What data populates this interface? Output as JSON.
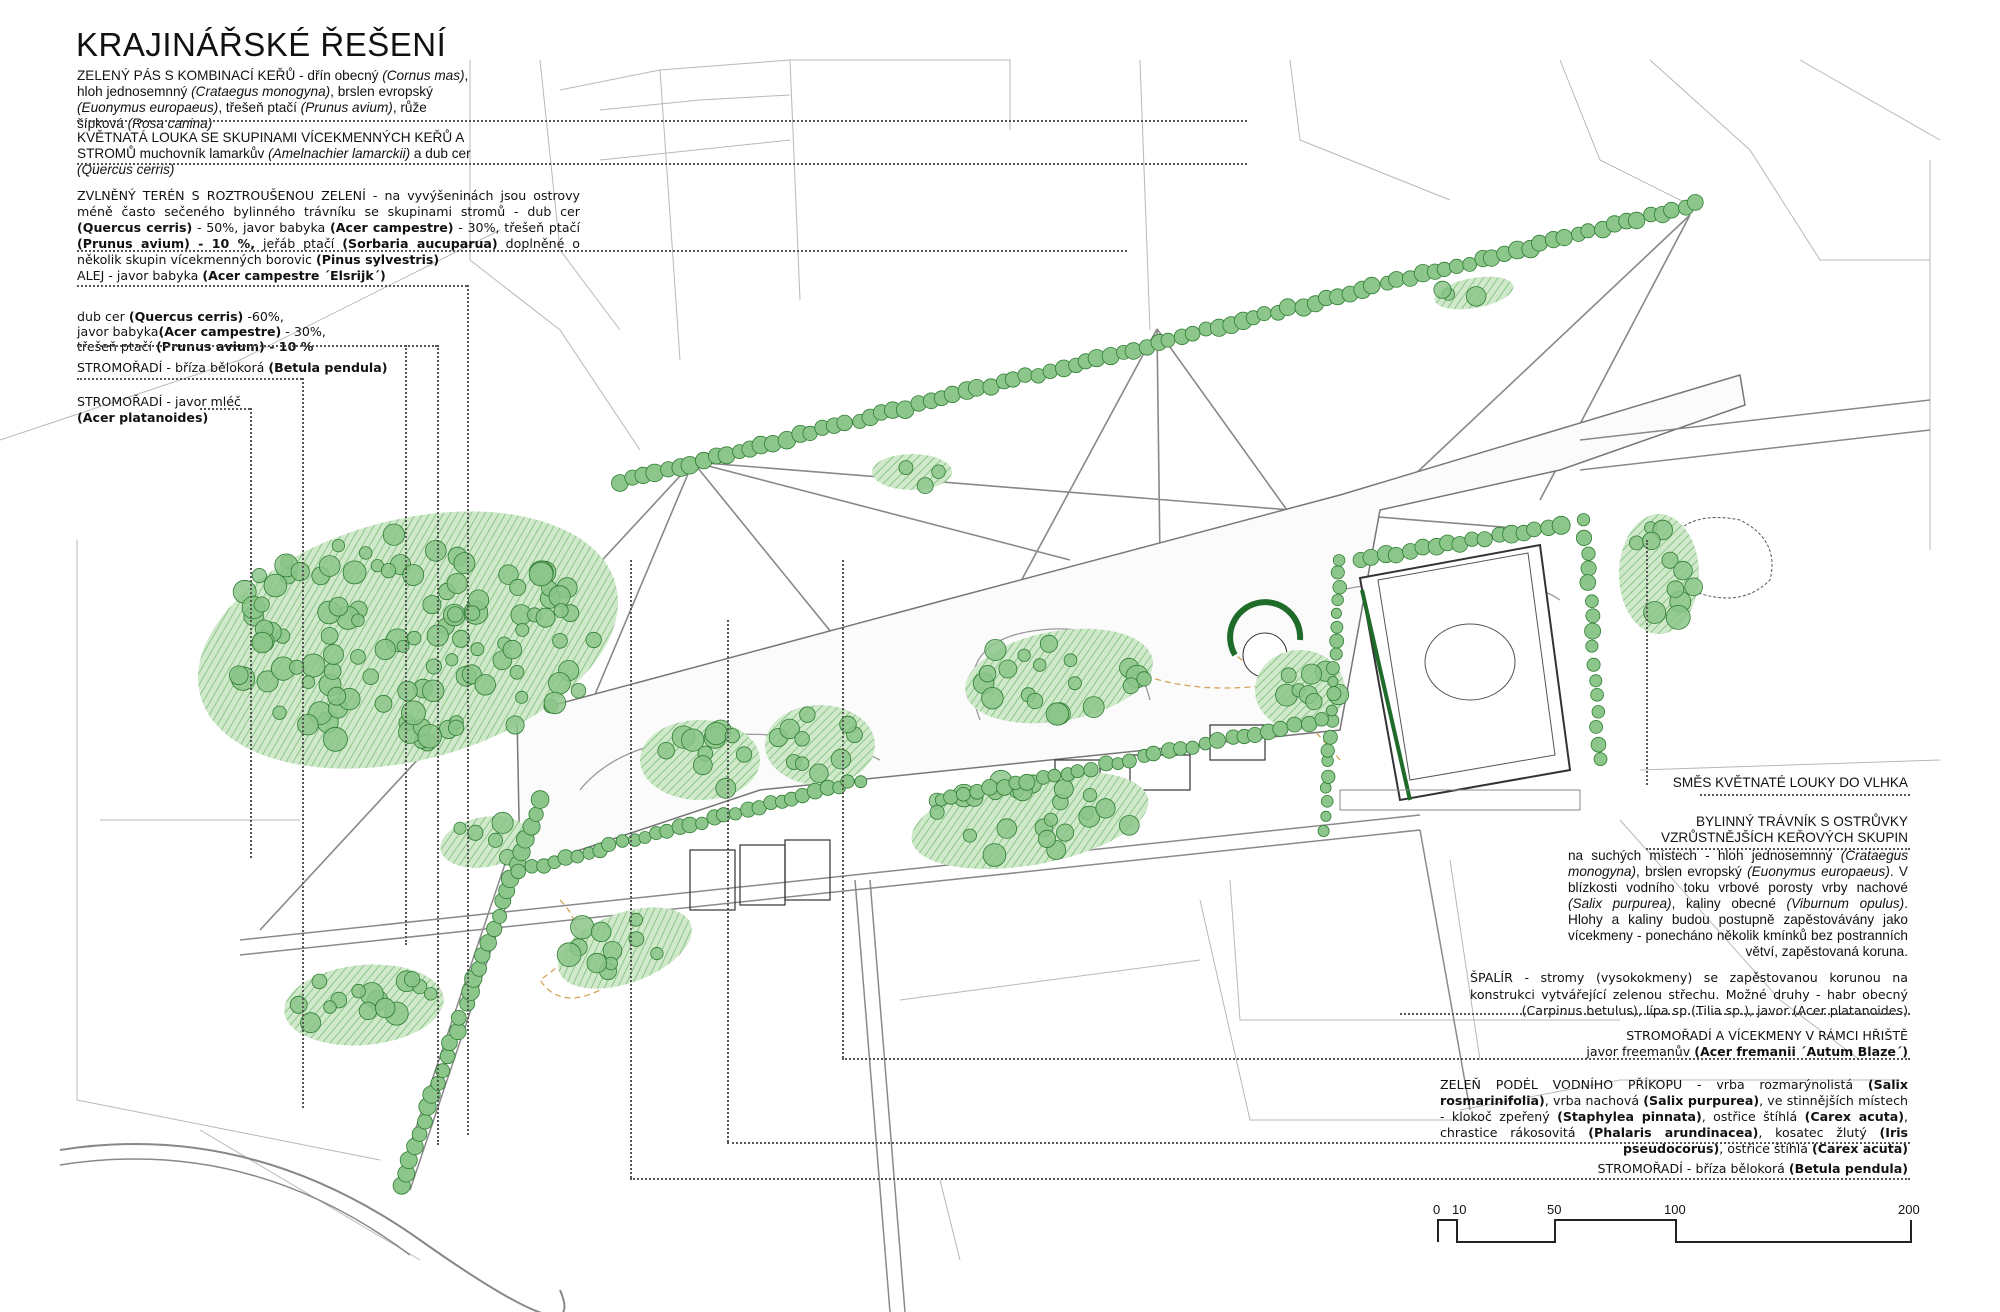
{
  "title": "KRAJINÁŘSKÉ ŘEŠENÍ",
  "legend_left": [
    [
      {
        "t": "ZELENÝ PÁS S KOMBINACÍ KEŘŮ - dřín obecný "
      },
      {
        "t": "(Cornus mas)",
        "s": "i"
      },
      {
        "t": ", hloh jednosemnný "
      },
      {
        "t": "(Crataegus monogyna)",
        "s": "i"
      },
      {
        "t": ", brslen evropský "
      },
      {
        "t": "(Euonymus europaeus)",
        "s": "i"
      },
      {
        "t": ", třešeň ptačí "
      },
      {
        "t": "(Prunus avium)",
        "s": "i"
      },
      {
        "t": ", růže šípková "
      },
      {
        "t": "(Rosa canina)",
        "s": "i"
      }
    ],
    [
      {
        "t": "KVĚTNATÁ LOUKA SE SKUPINAMI VÍCEKMENNÝCH KEŘŮ A STROMŮ"
      },
      {
        "t": " muchovník lamarkův "
      },
      {
        "t": "(Amelnachier lamarckii)",
        "s": "i"
      },
      {
        "t": " a dub cer "
      },
      {
        "t": "(Quercus cerris)",
        "s": "i"
      }
    ],
    [
      {
        "t": "ZVLNĚNÝ TERÉN S ROZTROUŠENOU ZELENÍ - na vyvýšeninách jsou ostrovy méně často sečeného bylinného trávníku se skupinami stromů - dub cer "
      },
      {
        "t": "(Quercus cerris)",
        "s": "b"
      },
      {
        "t": " - 50%, javor babyka "
      },
      {
        "t": "(Acer campestre)",
        "s": "b"
      },
      {
        "t": " - 30%, třešeň ptačí "
      },
      {
        "t": "(Prunus avium)  - 10 %,",
        "s": "b"
      },
      {
        "t": " jeřáb ptačí "
      },
      {
        "t": "(Sorbaria aucuparua)",
        "s": "b"
      },
      {
        "t": " doplněné o několik skupin vícekmenných borovic "
      },
      {
        "t": "(Pinus sylvestris)",
        "s": "b"
      }
    ],
    [
      {
        "t": "ALEJ - javor babyka "
      },
      {
        "t": "(Acer campestre ´Elsrijk´)",
        "s": "b"
      }
    ],
    [
      {
        "t": "dub cer "
      },
      {
        "t": "(Quercus cerris)",
        "s": "b"
      },
      {
        "t": " -60%,\njavor babyka"
      },
      {
        "t": "(Acer campestre)",
        "s": "b"
      },
      {
        "t": " - 30%,\ntřešeň ptačí "
      },
      {
        "t": "(Prunus avium)  - 10 %",
        "s": "b"
      }
    ],
    [
      {
        "t": "STROMOŘADÍ - bříza bělokorá "
      },
      {
        "t": "(Betula pendula)",
        "s": "b"
      }
    ],
    [
      {
        "t": "STROMOŘADÍ - javor mléč\n"
      },
      {
        "t": "(Acer platanoides)",
        "s": "b"
      }
    ]
  ],
  "legend_right": [
    [
      {
        "t": "SMĚS KVĚTNATÉ LOUKY DO VLHKA"
      }
    ],
    [
      {
        "t": "BYLINNÝ TRÁVNÍK S OSTRŮVKY\nVZRŮSTNĚJŠÍCH KEŘOVÝCH SKUPIN"
      }
    ],
    [
      {
        "t": "na suchých místech - hloh jednosemnný "
      },
      {
        "t": "(Crataegus monogyna)",
        "s": "i"
      },
      {
        "t": ", brslen evropský "
      },
      {
        "t": "(Euonymus europaeus)",
        "s": "i"
      },
      {
        "t": ". V blízkosti vodního toku vrbové porosty  vrby nachové "
      },
      {
        "t": "(Salix purpurea)",
        "s": "i"
      },
      {
        "t": ", kaliny obecné "
      },
      {
        "t": "(Viburnum opulus)",
        "s": "i"
      },
      {
        "t": ". Hlohy a kaliny budou postupně zapěstovávány jako vícekmeny - ponecháno několik kmínků bez postranních větví, zapěstovaná koruna."
      }
    ],
    [
      {
        "t": "ŠPALÍR - stromy (vysokokmeny) se zapěstovanou korunou na konstrukci vytvářející zelenou střechu. Možné druhy - habr obecný (Carpinus betulus), lípa sp (Tilia sp.), javor (Acer platanoides)"
      }
    ],
    [
      {
        "t": "STROMOŘADÍ A VÍCEKMENY V RÁMCI HŘIŠTĚ\njavor freemanův "
      },
      {
        "t": "(Acer fremanii ´Autum Blaze´)",
        "s": "b"
      }
    ],
    [
      {
        "t": "ZELEŇ PODÉL VODNÍHO PŘÍKOPU - vrba rozmarýnolistá "
      },
      {
        "t": "(Salix rosmarinifolia)",
        "s": "b"
      },
      {
        "t": ", vrba nachová "
      },
      {
        "t": "(Salix purpurea)",
        "s": "b"
      },
      {
        "t": ", ve stinnějších místech - klokoč zpeřený "
      },
      {
        "t": "(Staphylea pinnata)",
        "s": "b"
      },
      {
        "t": ", ostřice štíhlá "
      },
      {
        "t": "(Carex acuta)",
        "s": "b"
      },
      {
        "t": ", chrastice rákosovitá "
      },
      {
        "t": "(Phalaris arundinacea)",
        "s": "b"
      },
      {
        "t": ", kosatec žlutý "
      },
      {
        "t": "(Iris pseudocorus)",
        "s": "b"
      },
      {
        "t": ", ostřice štíhlá "
      },
      {
        "t": "(Carex acuta)",
        "s": "b"
      }
    ],
    [
      {
        "t": "STROMOŘADÍ - bříza bělokorá "
      },
      {
        "t": "(Betula pendula)",
        "s": "b"
      }
    ]
  ],
  "scale_bar": {
    "labels": [
      "0",
      "10",
      "50",
      "100",
      "200"
    ],
    "values": [
      0,
      10,
      50,
      100,
      200
    ]
  },
  "colors": {
    "tree_fill": "#8cc68a",
    "tree_stroke": "#2e7d32",
    "meadow": "#b9dfb3",
    "line": "#9a9a9a",
    "field_line": "#1f6b2a"
  }
}
